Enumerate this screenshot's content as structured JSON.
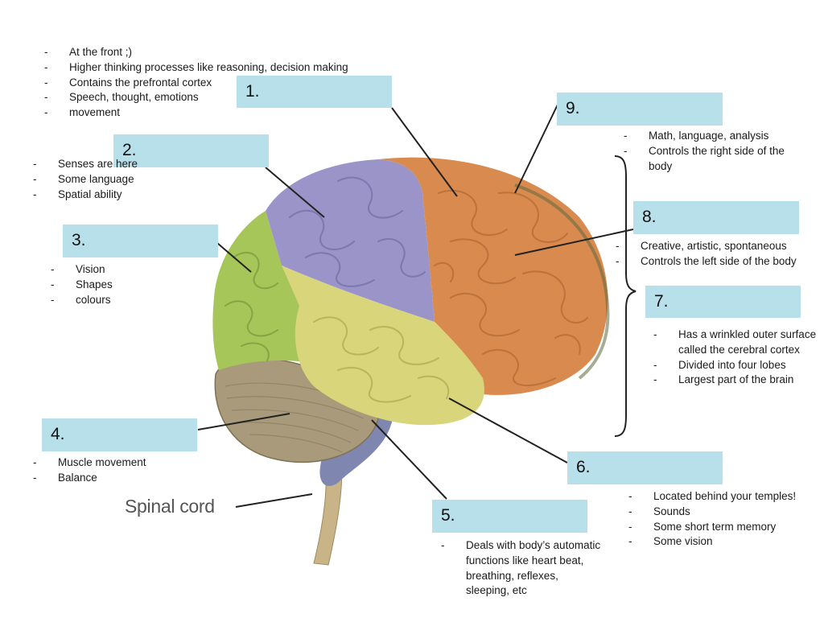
{
  "colors": {
    "label_box": "#b8e0ea",
    "frontal_lobe": "#d98a4e",
    "parietal_lobe": "#9a94c8",
    "occipital_lobe": "#a6c659",
    "temporal_lobe": "#d8d57a",
    "cerebellum": "#a89a7a",
    "brain_stem": "#7f86b0"
  },
  "labels": {
    "l1": "1.",
    "l2": "2.",
    "l3": "3.",
    "l4": "4.",
    "l5": "5.",
    "l6": "6.",
    "l7": "7.",
    "l8": "8.",
    "l9": "9."
  },
  "spinal_cord_label": "Spinal cord",
  "notes": {
    "n1": [
      "At the front ;)",
      "Higher thinking processes like reasoning, decision making",
      "Contains the prefrontal cortex",
      "Speech, thought, emotions",
      "movement"
    ],
    "n2": [
      "Senses are here",
      "Some language",
      "Spatial ability"
    ],
    "n3": [
      "Vision",
      "Shapes",
      "colours"
    ],
    "n4": [
      "Muscle movement",
      "Balance"
    ],
    "n5": [
      "Deals with body’s automatic functions like heart beat, breathing, reflexes, sleeping, etc"
    ],
    "n6": [
      "Located behind your temples!",
      "Sounds",
      "Some short term memory",
      "Some vision"
    ],
    "n7": [
      "Has a wrinkled outer surface called the cerebral cortex",
      "Divided into four lobes",
      "Largest part of the brain"
    ],
    "n8": [
      "Creative, artistic, spontaneous",
      "Controls the left side of the body"
    ],
    "n9": [
      "Math, language, analysis",
      "Controls the right side of the body"
    ]
  }
}
